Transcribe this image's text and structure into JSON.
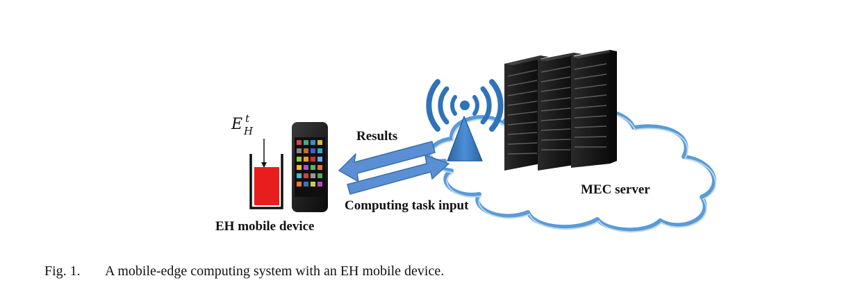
{
  "diagram": {
    "labels": {
      "results": "Results",
      "computing_task_input": "Computing task input",
      "mec_server": "MEC server",
      "eh_mobile_device": "EH mobile device"
    },
    "energy_symbol": {
      "base": "E",
      "superscript": "t",
      "subscript": "H"
    },
    "colors": {
      "arrow_fill": "#5b8fd3",
      "cloud_outline": "#5a9ad6",
      "battery_fill": "#e81e1e",
      "server_body": "#1d1d1d",
      "antenna_blue": "#2f73b8"
    }
  },
  "caption": {
    "figure_number": "Fig. 1.",
    "text": "A mobile-edge computing system with an EH mobile device."
  }
}
